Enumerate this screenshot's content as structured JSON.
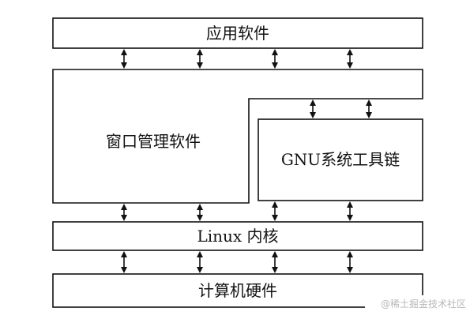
{
  "layers": {
    "application_software": "应用软件",
    "window_manager": "窗口管理软件",
    "gnu_toolchain": "GNU系统工具链",
    "linux_kernel": "Linux 内核",
    "computer_hardware": "计算机硬件"
  },
  "watermark": "@稀土掘金技术社区"
}
